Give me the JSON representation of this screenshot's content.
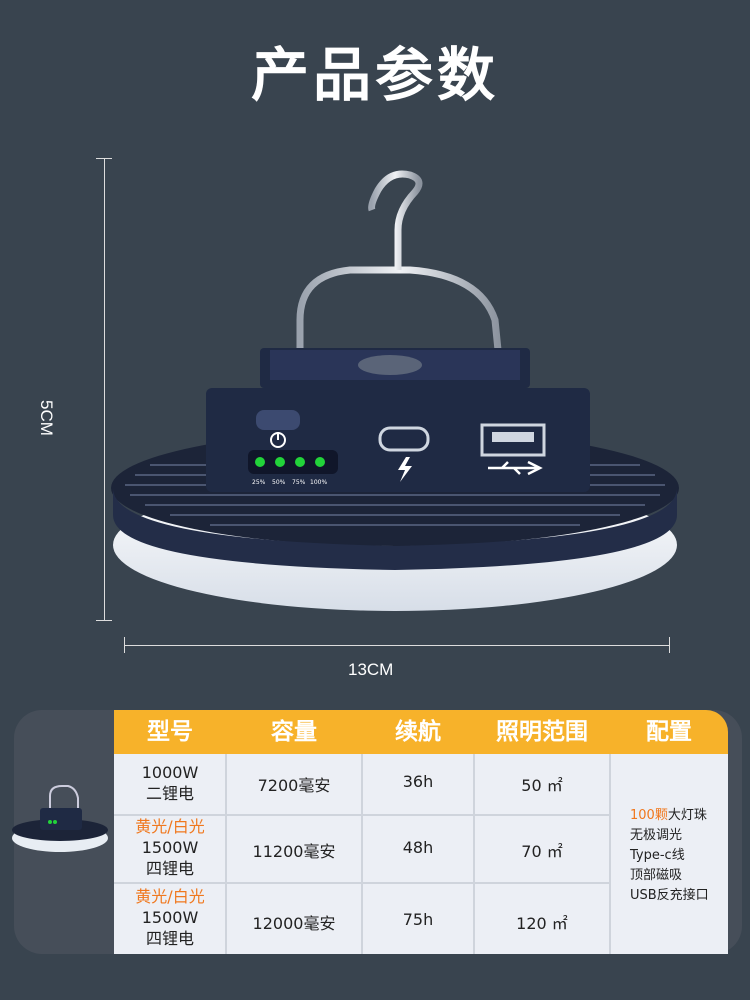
{
  "title": "产品参数",
  "dims": {
    "height": "5CM",
    "width": "13CM"
  },
  "indicator_labels": [
    "25%",
    "50%",
    "75%",
    "100%"
  ],
  "table": {
    "headers": [
      "型号",
      "容量",
      "续航",
      "照明范围",
      "配置"
    ],
    "rows": [
      {
        "model_line1": "",
        "model_line2": "1000W",
        "model_line3": "二锂电",
        "capacity": "7200毫安",
        "runtime": "36h",
        "range": "50 ㎡"
      },
      {
        "model_line1": "黄光/白光",
        "model_line2": "1500W",
        "model_line3": "四锂电",
        "capacity": "11200毫安",
        "runtime": "48h",
        "range": "70 ㎡"
      },
      {
        "model_line1": "黄光/白光",
        "model_line2": "1500W",
        "model_line3": "四锂电",
        "capacity": "12000毫安",
        "runtime": "75h",
        "range": "120 ㎡"
      }
    ],
    "config": {
      "line1_highlight": "100颗",
      "line1_rest": "大灯珠",
      "line2": "无极调光",
      "line3": "Type-c线",
      "line4": "顶部磁吸",
      "line5": "USB反充接口"
    }
  },
  "colors": {
    "background": "#39444f",
    "header": "#f7b22a",
    "highlight": "#f0781e",
    "lamp_body": "#1f2a44",
    "led": "#22d33a"
  }
}
